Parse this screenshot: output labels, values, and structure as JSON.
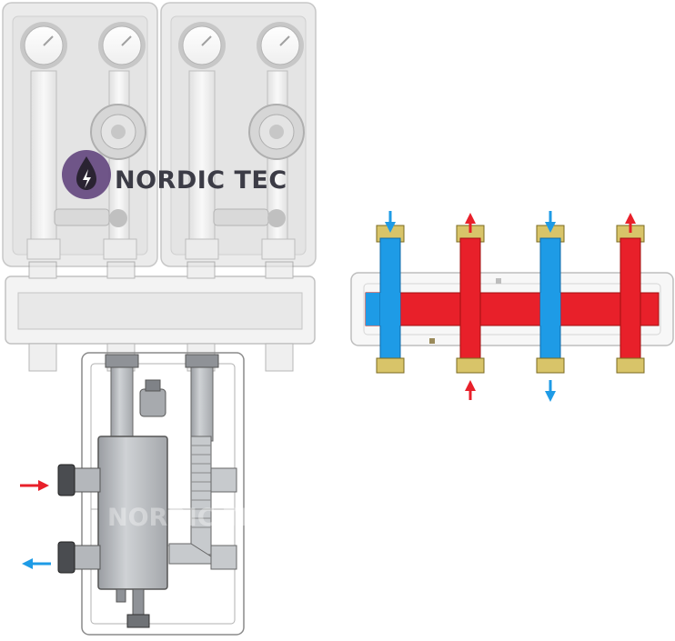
{
  "brand": {
    "logo_text": "NORDIC TEC",
    "watermark_text": "NORDIC TEC",
    "logo_icon": "water-drop-lightning-icon"
  },
  "colors": {
    "hot": "#e8202a",
    "cold": "#1e9be6",
    "housing": "#b9bcc0",
    "insulation": "#ececec",
    "logo_dark": "#3c3c46",
    "logo_purple": "#5a3c78",
    "flange": "#d8c469"
  },
  "flow_arrows": {
    "manifold_top": [
      "down",
      "up",
      "down",
      "up"
    ],
    "manifold_bottom": [
      "up",
      "down"
    ],
    "separator": [
      "in-right",
      "out-left"
    ]
  }
}
